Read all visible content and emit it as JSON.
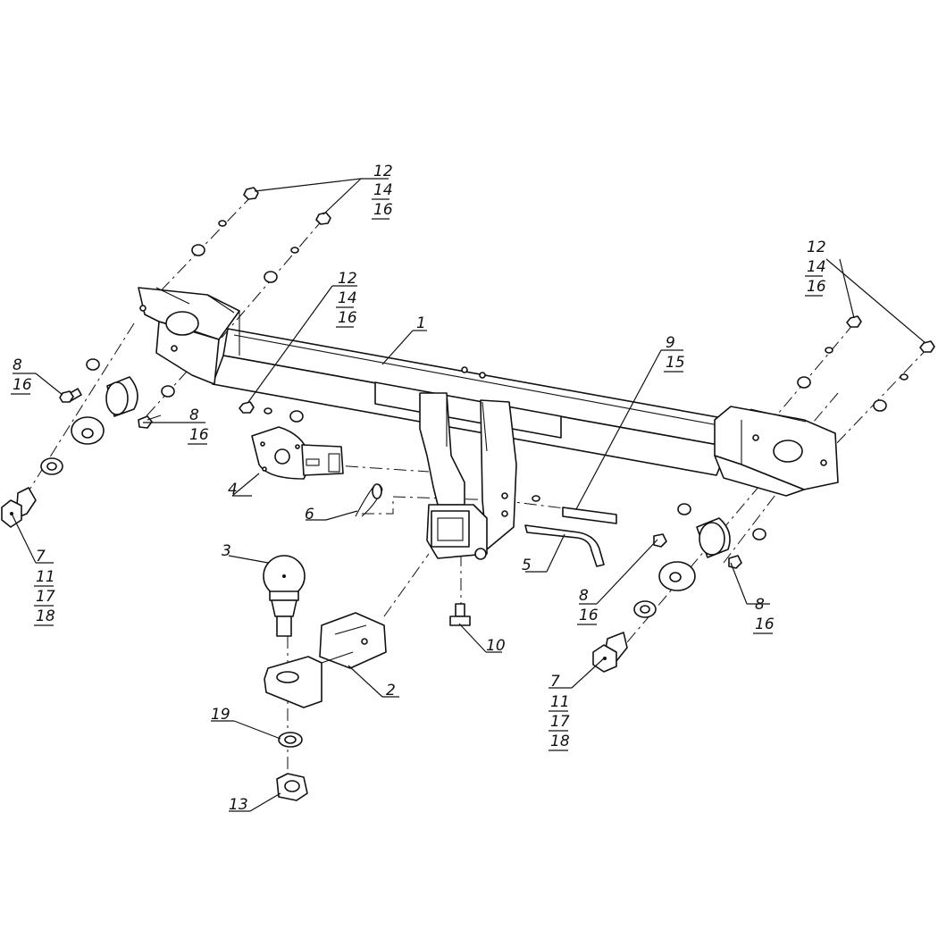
{
  "callouts": {
    "c_12_14_16_top": [
      "12",
      "14",
      "16"
    ],
    "c_12_14_16_mid": [
      "12",
      "14",
      "16"
    ],
    "c_12_14_16_right": [
      "12",
      "14",
      "16"
    ],
    "c_1": [
      "1"
    ],
    "c_9_15": [
      "9",
      "15"
    ],
    "c_8_16_left": [
      "8",
      "16"
    ],
    "c_8_16_center": [
      "8",
      "16"
    ],
    "c_8_16_right1": [
      "8",
      "16"
    ],
    "c_8_16_right2": [
      "8",
      "16"
    ],
    "c_4": [
      "4"
    ],
    "c_6": [
      "6"
    ],
    "c_5": [
      "5"
    ],
    "c_3": [
      "3"
    ],
    "c_10": [
      "10"
    ],
    "c_2": [
      "2"
    ],
    "c_19": [
      "19"
    ],
    "c_13": [
      "13"
    ],
    "c_7_left": [
      "7",
      "11",
      "17",
      "18"
    ],
    "c_7_right": [
      "7",
      "11",
      "17",
      "18"
    ]
  }
}
